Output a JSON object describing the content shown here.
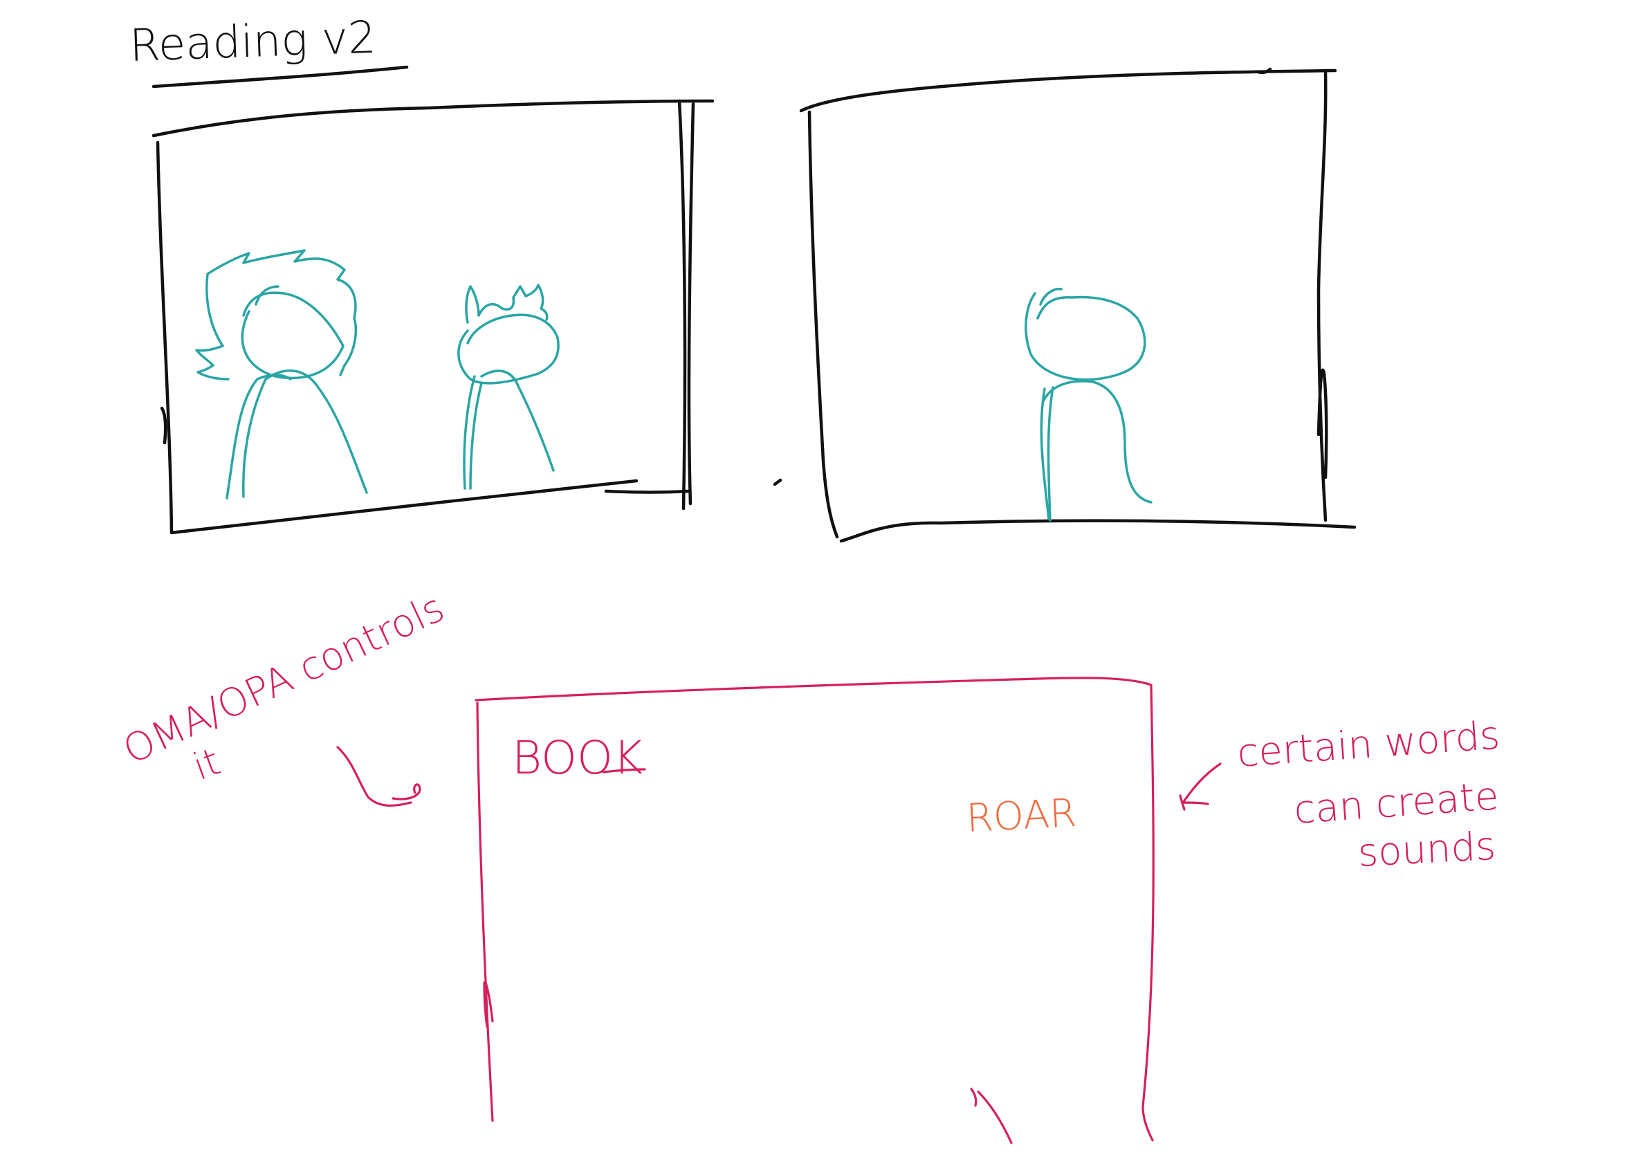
{
  "title": "Reading v2",
  "notes": {
    "left_label_line1": "OMA/OPA controls",
    "left_label_line2": "it",
    "book_label": "BOOK",
    "sound_word": "ROAR",
    "right_label_line1": "certain words",
    "right_label_line2": "can create",
    "right_label_line3": "sounds"
  },
  "colors": {
    "frame": "#111111",
    "figures": "#2aa5a5",
    "annotation": "#d61f5c",
    "sound_word": "#f26a3d"
  }
}
